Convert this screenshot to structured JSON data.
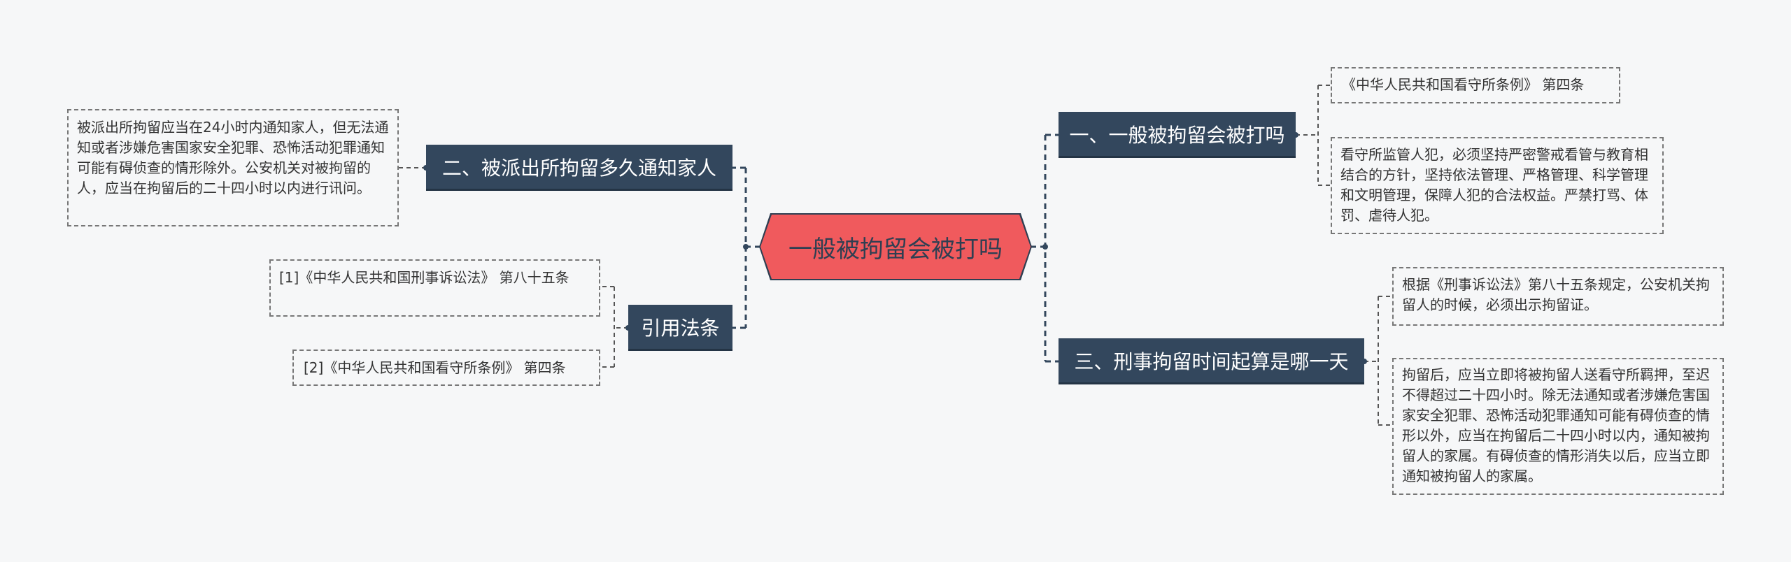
{
  "central": {
    "title": "一般被拘留会被打吗"
  },
  "branches": {
    "r1": {
      "label": "一、一般被拘留会被打吗"
    },
    "r2": {
      "label": "三、刑事拘留时间起算是哪一天"
    },
    "l1": {
      "label": "二、被派出所拘留多久通知家人"
    },
    "l2": {
      "label": "引用法条"
    }
  },
  "leaves": {
    "r1a": "《中华人民共和国看守所条例》 第四条",
    "r1b": "看守所监管人犯，必须坚持严密警戒看管与教育相结合的方针，坚持依法管理、严格管理、科学管理和文明管理，保障人犯的合法权益。严禁打骂、体罚、虐待人犯。",
    "r2a": "根据《刑事诉讼法》第八十五条规定，公安机关拘留人的时候，必须出示拘留证。",
    "r2b": "拘留后，应当立即将被拘留人送看守所羁押，至迟不得超过二十四小时。除无法通知或者涉嫌危害国家安全犯罪、恐怖活动犯罪通知可能有碍侦查的情形以外，应当在拘留后二十四小时以内，通知被拘留人的家属。有碍侦查的情形消失以后，应当立即通知被拘留人的家属。",
    "l1a": "被派出所拘留应当在24小时内通知家人，但无法通知或者涉嫌危害国家安全犯罪、恐怖活动犯罪通知可能有碍侦查的情形除外。公安机关对被拘留的人，应当在拘留后的二十四小时以内进行讯问。",
    "l2a": "[1]《中华人民共和国刑事诉讼法》 第八十五条",
    "l2b": "[2]《中华人民共和国看守所条例》 第四条"
  },
  "colors": {
    "central_fill": "#f05a5d",
    "central_text": "#2f3f52",
    "branch_fill": "#33475d",
    "branch_text": "#ffffff",
    "connector": "#33475d",
    "leaf_border": "#777777",
    "background": "#f6f7f8"
  }
}
